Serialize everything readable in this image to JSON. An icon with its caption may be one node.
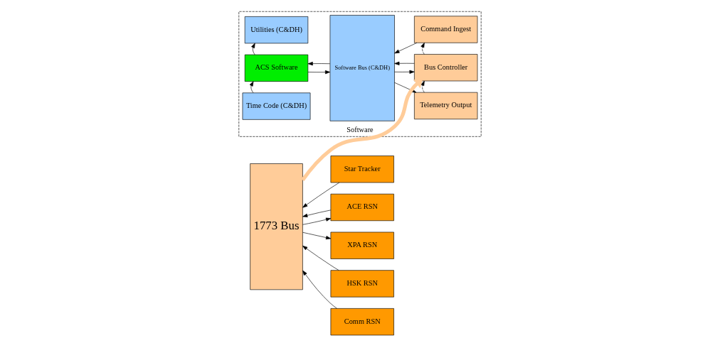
{
  "diagram": {
    "nodes": [
      {
        "text": [
          "Software"
        ]
      },
      {
        "text": [
          "Time Code (C&DH)"
        ],
        "in": 0
      },
      {
        "text": [
          "ACS Software"
        ],
        "in": 0
      },
      {
        "text": [
          "Utilities (C&DH)"
        ],
        "in": 0
      },
      {
        "text": [
          "Software Bus (C&DH)"
        ],
        "in": 0
      },
      {
        "text": [
          "Telemetry Output"
        ],
        "in": 0
      },
      {
        "text": [
          "Bus Controller"
        ],
        "in": 0
      },
      {
        "text": [
          "Command Ingest"
        ],
        "in": 0
      },
      {
        "text": [
          "1773 Bus"
        ]
      },
      {
        "text": [
          "Star Tracker"
        ]
      },
      {
        "text": [
          "ACE RSN"
        ]
      },
      {
        "text": [
          "XPA RSN"
        ]
      },
      {
        "text": [
          "HSK RSN"
        ]
      },
      {
        "text": [
          "Comm RSN"
        ]
      }
    ],
    "edges": [
      {
        "from": 1,
        "to": 2,
        "arrow": "to"
      },
      {
        "from": 2,
        "to": 3,
        "arrow": "to"
      },
      {
        "from": 2,
        "to": 4,
        "arrow": "to"
      },
      {
        "from": 4,
        "to": 2,
        "arrow": "to"
      },
      {
        "from": 4,
        "to": 5,
        "arrow": "to"
      },
      {
        "from": 4,
        "to": 6,
        "arrow": "to"
      },
      {
        "from": 6,
        "to": 4,
        "arrow": "to"
      },
      {
        "from": 5,
        "to": 6,
        "arrow": "to",
        "style": "dashed"
      },
      {
        "from": 6,
        "to": 7,
        "arrow": "to",
        "style": "dashed"
      },
      {
        "from": 7,
        "to": 4,
        "arrow": "to"
      },
      {
        "from": 8,
        "to": 6,
        "arrow": "to",
        "style": "thick",
        "color": "#ffcc99"
      },
      {
        "from": 9,
        "to": 8,
        "arrow": "to"
      },
      {
        "from": 8,
        "to": 10,
        "arrow": "to"
      },
      {
        "from": 10,
        "to": 8,
        "arrow": "to"
      },
      {
        "from": 8,
        "to": 11,
        "arrow": "to"
      },
      {
        "from": 12,
        "to": 8,
        "arrow": "to"
      },
      {
        "from": 13,
        "to": 8,
        "arrow": "to"
      }
    ]
  }
}
